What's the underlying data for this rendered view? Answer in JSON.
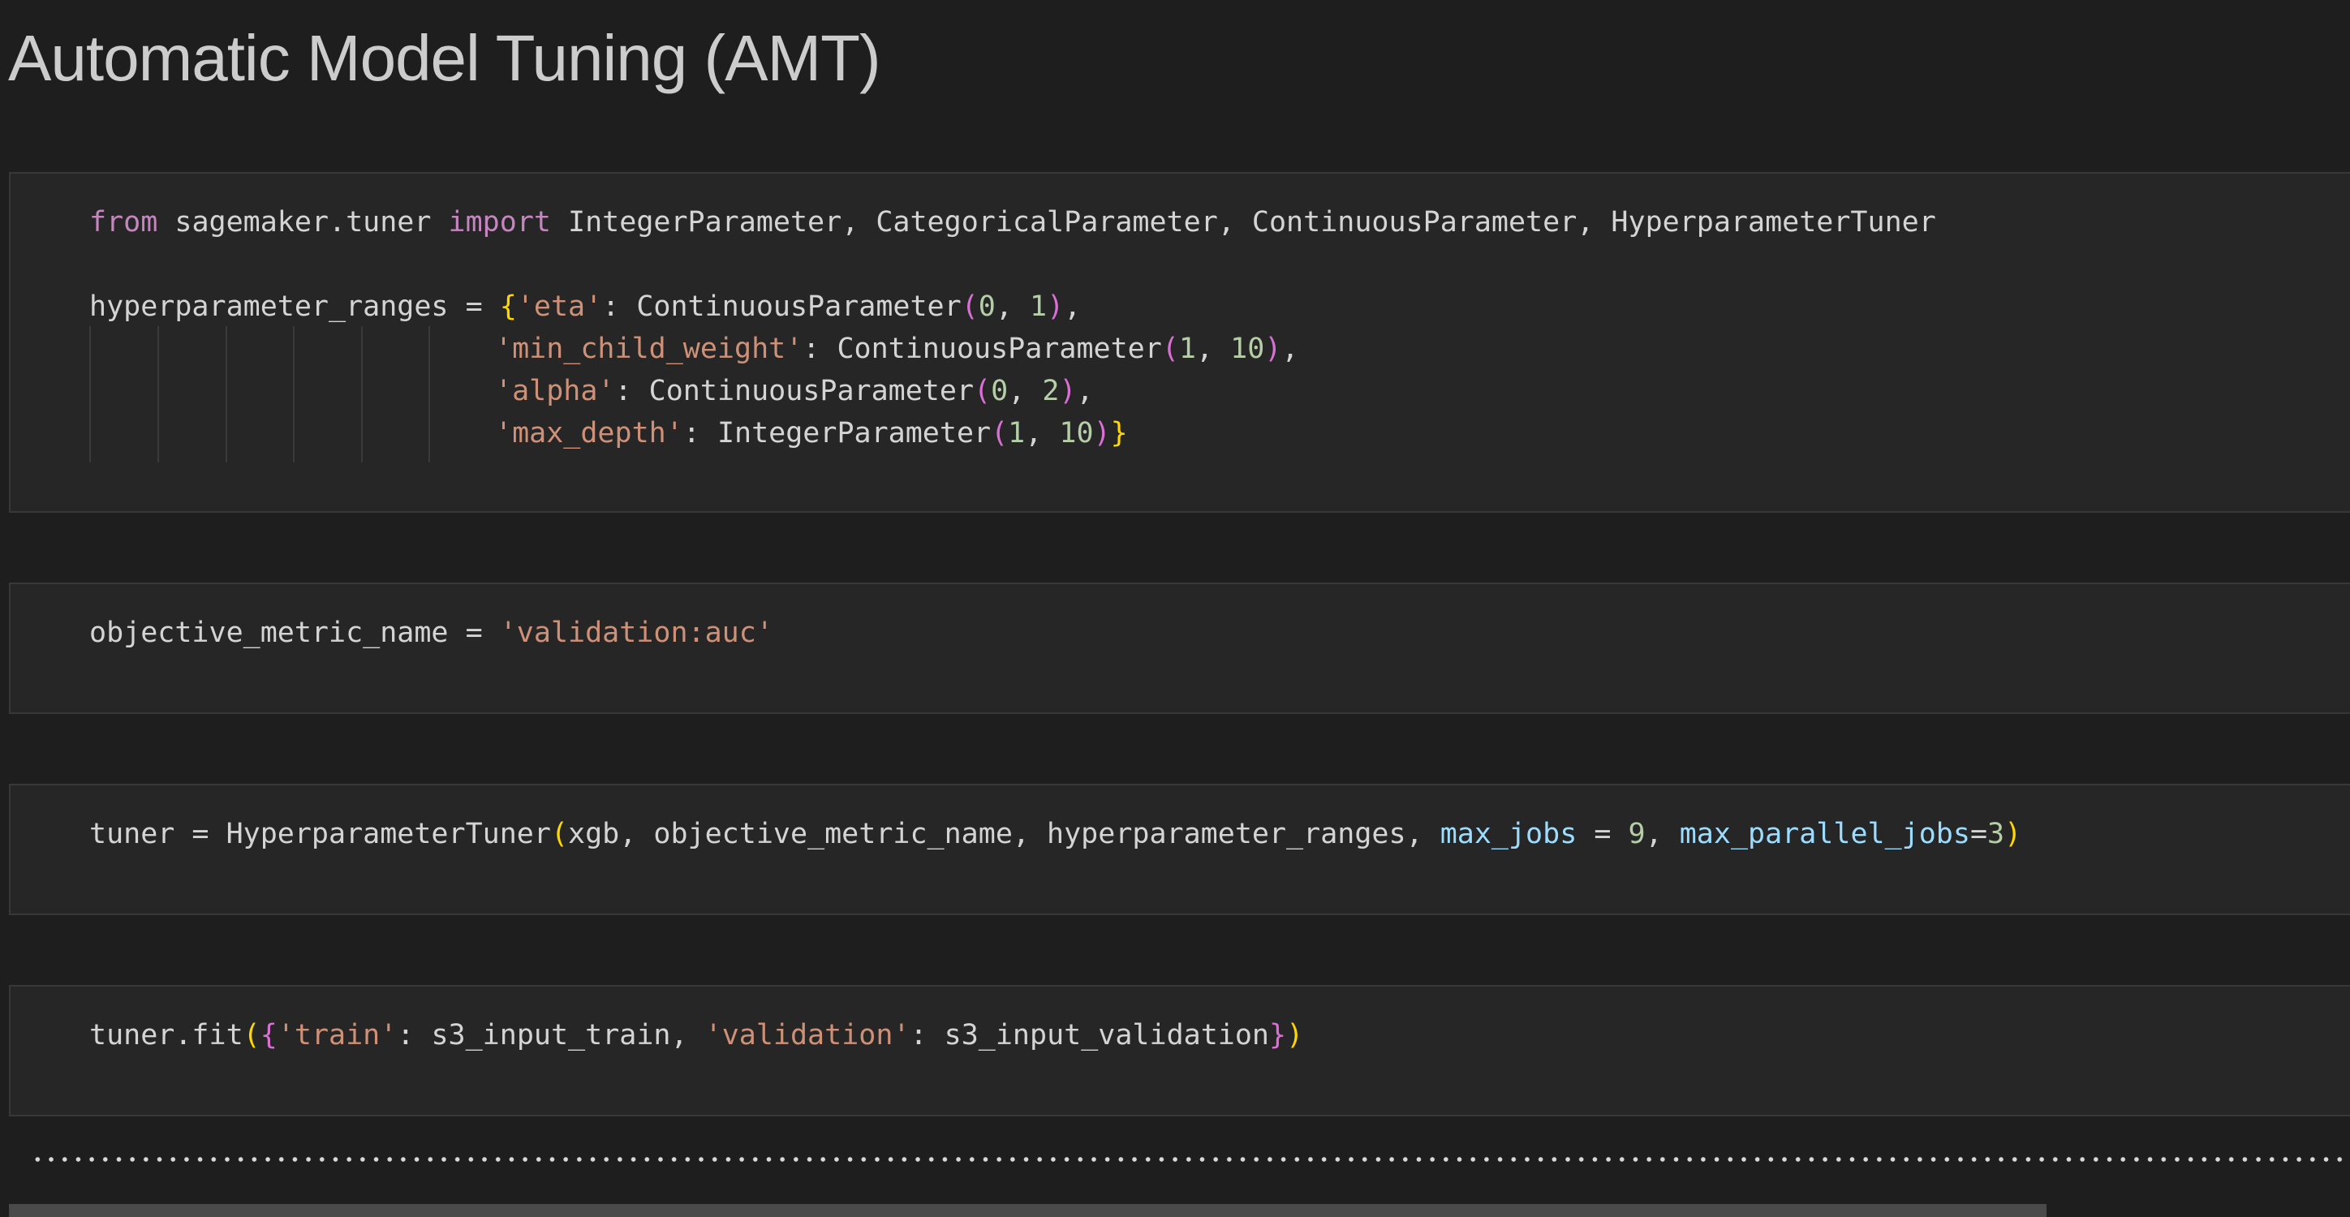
{
  "title": "Automatic Model Tuning (AMT)",
  "cells": {
    "imports": {
      "kw_from": "from",
      "module": " sagemaker.tuner ",
      "kw_import": "import",
      "names": " IntegerParameter, CategoricalParameter, ContinuousParameter, HyperparameterTuner"
    },
    "ranges": {
      "var": "hyperparameter_ranges = ",
      "open_brace": "{",
      "close_brace": "}",
      "eta_key": "'eta'",
      "eta_ctor": ": ContinuousParameter",
      "eta_lo": "0",
      "eta_hi": "1",
      "mcw_key": "'min_child_weight'",
      "mcw_ctor": ": ContinuousParameter",
      "mcw_lo": "1",
      "mcw_hi": "10",
      "alpha_key": "'alpha'",
      "alpha_ctor": ": ContinuousParameter",
      "alpha_lo": "0",
      "alpha_hi": "2",
      "md_key": "'max_depth'",
      "md_ctor": ": IntegerParameter",
      "md_lo": "1",
      "md_hi": "10"
    },
    "objective": {
      "var": "objective_metric_name = ",
      "value": "'validation:auc'"
    },
    "tuner": {
      "lhs": "tuner = HyperparameterTuner",
      "args": "xgb, objective_metric_name, hyperparameter_ranges, ",
      "max_jobs_kw": "max_jobs",
      "max_jobs_eq": " = ",
      "max_jobs_val": "9",
      "sep": ", ",
      "max_parallel_kw": "max_parallel_jobs",
      "max_parallel_eq": "=",
      "max_parallel_val": "3"
    },
    "fit": {
      "call": "tuner.fit",
      "train_key": "'train'",
      "train_val": ": s3_input_train, ",
      "valid_key": "'validation'",
      "valid_val": ": s3_input_validation"
    }
  },
  "output": {
    "progress_text": "................................................................................................................................................................................"
  }
}
